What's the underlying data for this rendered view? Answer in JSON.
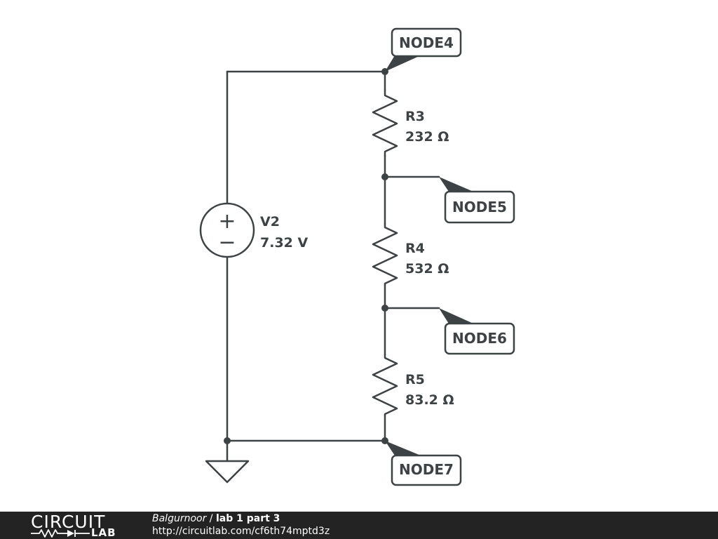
{
  "schematic": {
    "source": {
      "name": "V2",
      "value": "7.32 V",
      "plus_sign": "+",
      "minus_sign": "−"
    },
    "resistors": [
      {
        "name": "R3",
        "value": "232 Ω"
      },
      {
        "name": "R4",
        "value": "532 Ω"
      },
      {
        "name": "R5",
        "value": "83.2 Ω"
      }
    ],
    "nodes": [
      "NODE4",
      "NODE5",
      "NODE6",
      "NODE7"
    ]
  },
  "footer": {
    "logo_top": "CIRCUIT",
    "logo_bottom": "LAB",
    "author": "Balgurnoor",
    "separator": " / ",
    "title": "lab 1 part 3",
    "url": "http://circuitlab.com/cf6th74mptd3z"
  },
  "colors": {
    "ink": "#3d4245",
    "footer_bg": "#232323",
    "footer_text": "#ffffff"
  }
}
